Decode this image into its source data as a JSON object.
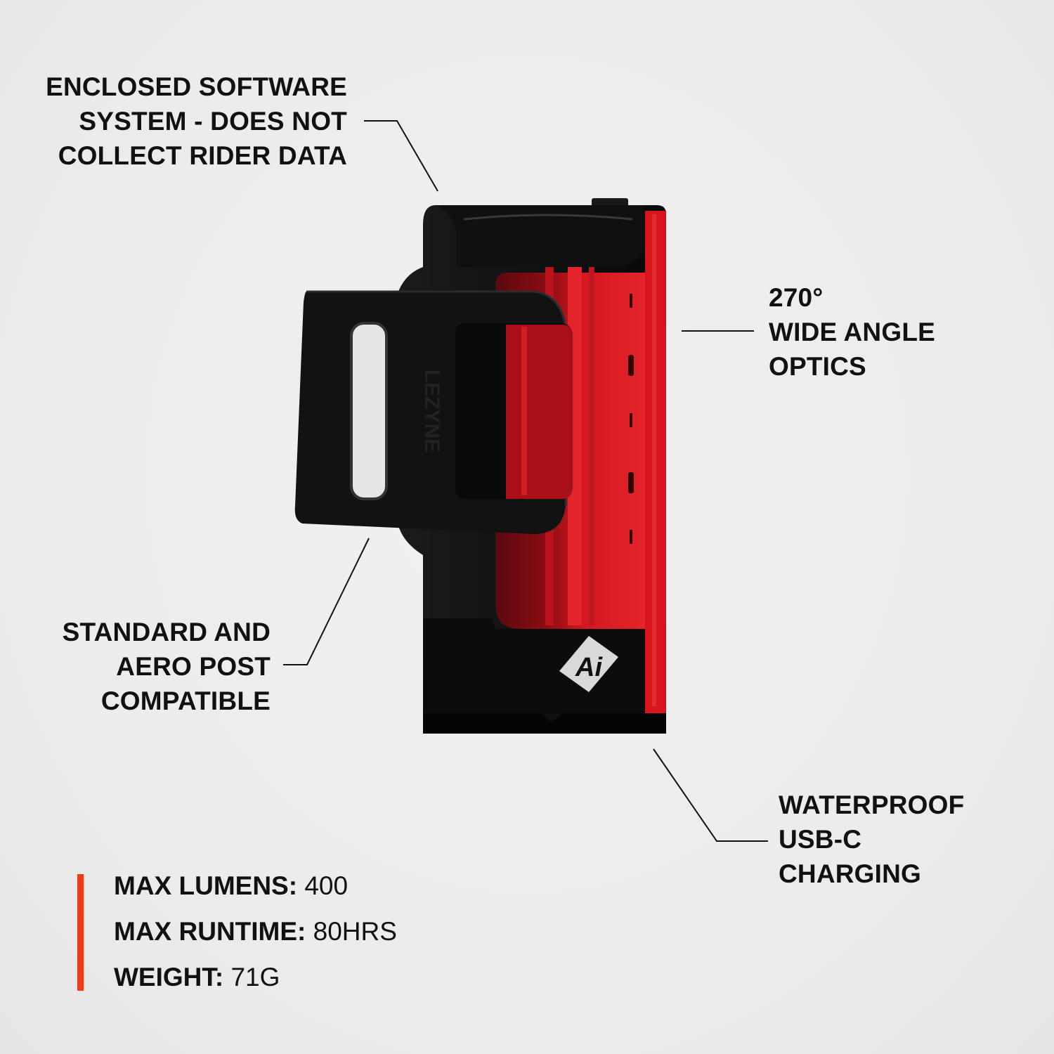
{
  "callouts": {
    "software": {
      "lines": [
        "ENCLOSED SOFTWARE",
        "SYSTEM - DOES NOT",
        "COLLECT RIDER DATA"
      ]
    },
    "optics": {
      "lines": [
        "270°",
        "WIDE ANGLE",
        "OPTICS"
      ]
    },
    "mount": {
      "lines": [
        "STANDARD AND",
        "AERO POST",
        "COMPATIBLE"
      ]
    },
    "charging": {
      "lines": [
        "WATERPROOF",
        "USB-C",
        "CHARGING"
      ]
    }
  },
  "specs": [
    {
      "label": "MAX LUMENS:",
      "value": "400"
    },
    {
      "label": "MAX RUNTIME:",
      "value": "80HRS"
    },
    {
      "label": "WEIGHT:",
      "value": "71G"
    }
  ],
  "product": {
    "brand_mark": "LEZYNE",
    "badge": "Ai"
  },
  "colors": {
    "accent_bar": "#ec3d1a",
    "lens_red": "#d8141c",
    "body_black": "#0d0d0d",
    "background": "#ececec"
  }
}
